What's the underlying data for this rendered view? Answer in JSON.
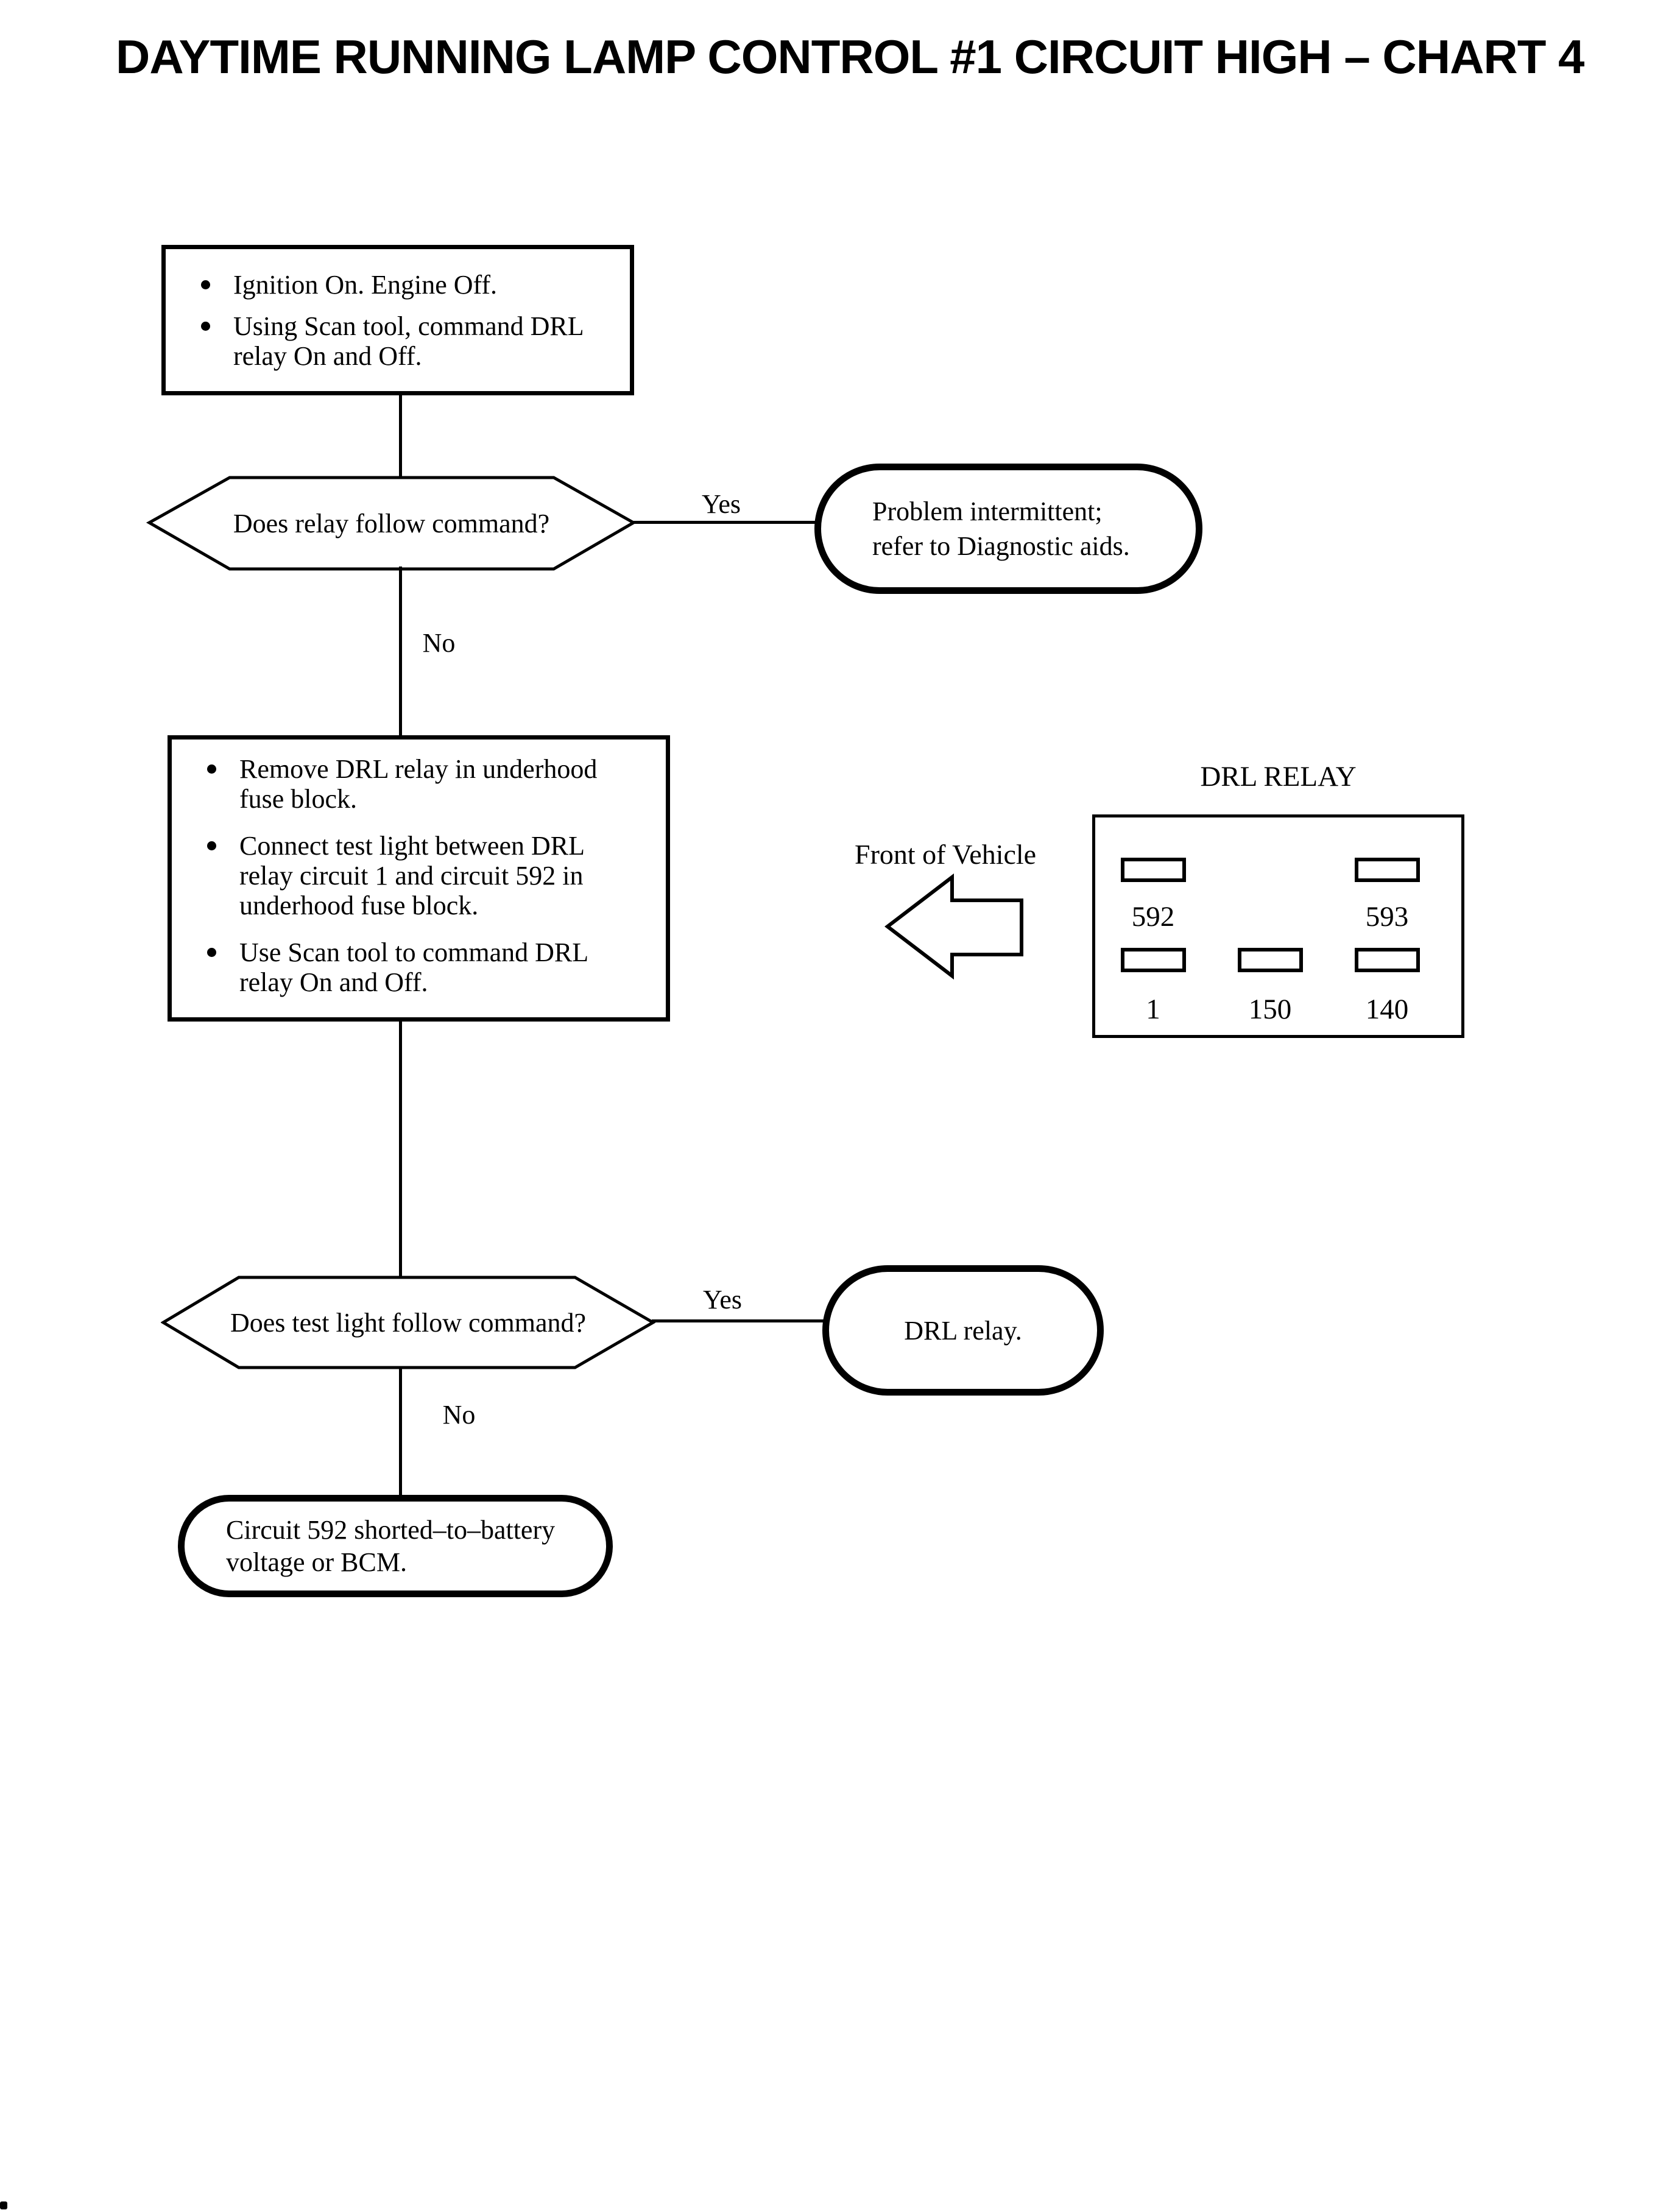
{
  "page": {
    "title": "DAYTIME RUNNING LAMP CONTROL #1 CIRCUIT HIGH – CHART 4"
  },
  "flow": {
    "step1": {
      "bullets": [
        "Ignition On. Engine Off.",
        "Using Scan tool, command DRL\nrelay On and Off."
      ]
    },
    "decision1": {
      "question": "Does relay follow command?",
      "yes_label": "Yes",
      "no_label": "No"
    },
    "result_yes1": "Problem intermittent;\nrefer to Diagnostic aids.",
    "step2": {
      "bullets": [
        "Remove DRL relay in underhood\nfuse block.",
        "Connect test light between DRL\nrelay circuit 1 and circuit 592 in\nunderhood fuse block.",
        "Use Scan tool to command DRL\nrelay On and Off."
      ]
    },
    "decision2": {
      "question": "Does test light follow command?",
      "yes_label": "Yes",
      "no_label": "No"
    },
    "result_yes2": "DRL relay.",
    "result_no2": "Circuit 592 shorted–to–battery\nvoltage or BCM."
  },
  "relay_diagram": {
    "title": "DRL RELAY",
    "front_of_vehicle_label": "Front of Vehicle",
    "top_pins": [
      {
        "label": "592"
      },
      {
        "label": "593"
      }
    ],
    "bottom_pins": [
      {
        "label": "1"
      },
      {
        "label": "150"
      },
      {
        "label": "140"
      }
    ]
  }
}
